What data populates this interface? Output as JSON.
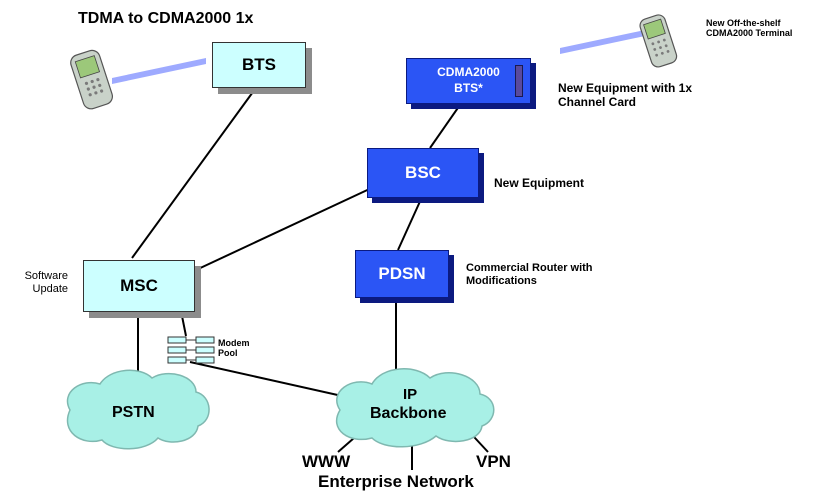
{
  "title": "TDMA to CDMA2000 1x",
  "nodes": {
    "bts": "BTS",
    "cdma_bts_line1": "CDMA2000",
    "cdma_bts_line2": "BTS*",
    "bsc": "BSC",
    "msc": "MSC",
    "pdsn": "PDSN",
    "pstn": "PSTN",
    "ip_backbone_line1": "IP",
    "ip_backbone_line2": "Backbone"
  },
  "annotations": {
    "terminal_line1": "New Off-the-shelf",
    "terminal_line2": "CDMA2000 Terminal",
    "new_equipment_1x_line1": "New Equipment with 1x",
    "new_equipment_1x_line2": "Channel Card",
    "new_equipment": "New Equipment",
    "router_line1": "Commercial Router with",
    "router_line2": "Modifications",
    "software_line1": "Software",
    "software_line2": "Update",
    "modem_line1": "Modem",
    "modem_line2": "Pool",
    "www": "WWW",
    "vpn": "VPN",
    "enterprise": "Enterprise Network"
  },
  "colors": {
    "legacy_fill": "#ccffff",
    "new_fill": "#2b55f5",
    "cloud_fill": "#a8f0e6"
  }
}
